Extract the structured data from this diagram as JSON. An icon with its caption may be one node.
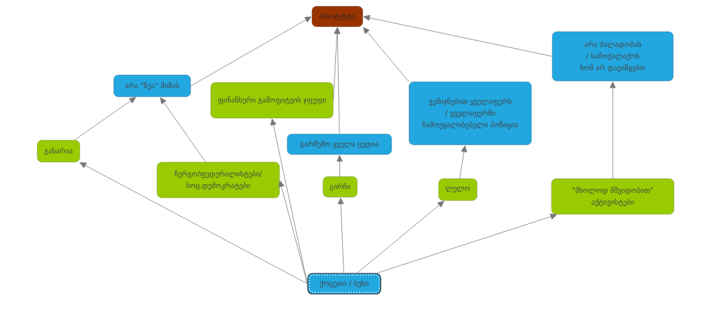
{
  "diagram": {
    "nodes": [
      {
        "text": [
          "პროტესტი"
        ]
      },
      {
        "text": [
          "არა \"ზუა\" მიშას"
        ]
      },
      {
        "text": [
          "ფინანსური გამოფიტვის ჯფუფი"
        ]
      },
      {
        "text": [
          "გარშემო ყველა ცუდია"
        ]
      },
      {
        "text": [
          "ვემიჯნებით ყველაფერს / ყველაფერში ჩამოუყალიბებელი პოზიცია"
        ]
      },
      {
        "text": [
          "არა ძალადობას / სამოქალაქოს ხომ არ დავიწყებთ"
        ]
      },
      {
        "text": [
          "გახარია"
        ]
      },
      {
        "text": [
          "ჩერგო/ფედერალისტები/ სოც.დემოკრატები"
        ]
      },
      {
        "text": [
          "გირჩი"
        ]
      },
      {
        "text": [
          "ლელო"
        ]
      },
      {
        "text": [
          "\"მხოლოდ მშვიდობით\" აქტივისტები"
        ]
      },
      {
        "text": [
          "ქოცეთი / სუსი"
        ]
      }
    ],
    "edges": [
      {
        "from": 11,
        "to": 6,
        "arrow": "to"
      },
      {
        "from": 11,
        "to": 7,
        "arrow": "to"
      },
      {
        "from": 11,
        "to": 2,
        "arrow": "to"
      },
      {
        "from": 11,
        "to": 8,
        "arrow": "to"
      },
      {
        "from": 11,
        "to": 9,
        "arrow": "to"
      },
      {
        "from": 11,
        "to": 10,
        "arrow": "to"
      },
      {
        "from": 6,
        "to": 1,
        "arrow": "to"
      },
      {
        "from": 7,
        "to": 1,
        "arrow": "to"
      },
      {
        "from": 1,
        "to": 0,
        "arrow": "to"
      },
      {
        "from": 2,
        "to": 0,
        "arrow": "to"
      },
      {
        "from": 3,
        "to": 0,
        "arrow": "to"
      },
      {
        "from": 8,
        "to": 3,
        "arrow": "to"
      },
      {
        "from": 9,
        "to": 4,
        "arrow": "to"
      },
      {
        "from": 4,
        "to": 0,
        "arrow": "to"
      },
      {
        "from": 10,
        "to": 5,
        "arrow": "to"
      },
      {
        "from": 5,
        "to": 0,
        "arrow": "to"
      }
    ]
  }
}
